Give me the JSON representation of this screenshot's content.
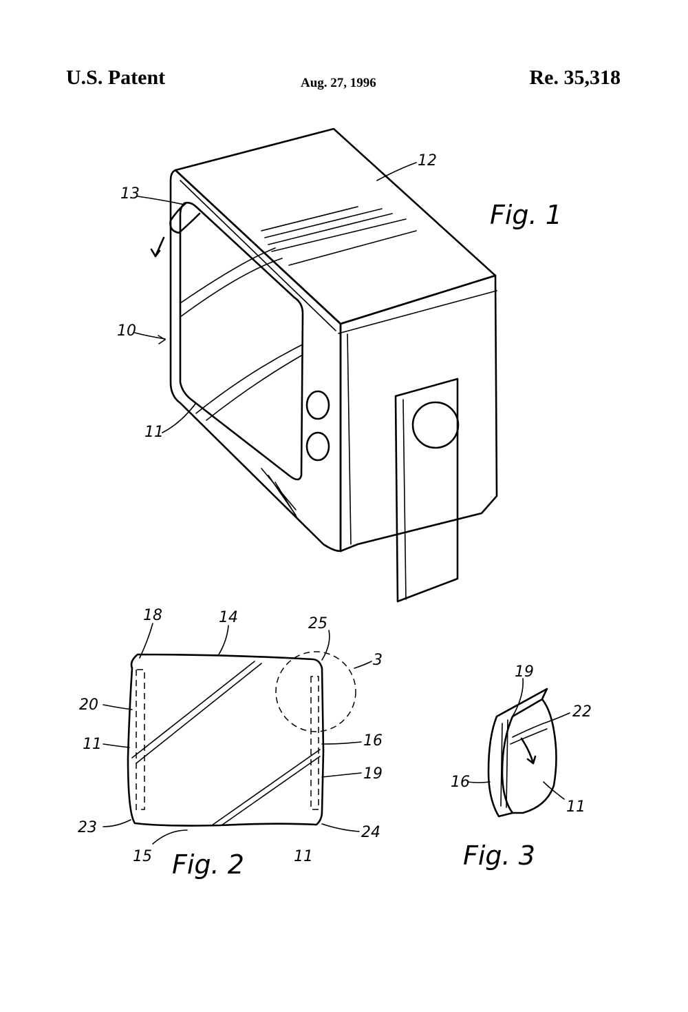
{
  "header": {
    "left": "U.S. Patent",
    "date": "Aug. 27, 1996",
    "patent_number": "Re. 35,318"
  },
  "figures": {
    "fig1": {
      "label": "Fig. 1",
      "refs": {
        "r10": "10",
        "r11": "11",
        "r12": "12",
        "r13": "13"
      }
    },
    "fig2": {
      "label": "Fig. 2",
      "refs": {
        "r3": "3",
        "r11a": "11",
        "r11b": "11",
        "r14": "14",
        "r15": "15",
        "r16": "16",
        "r18": "18",
        "r19": "19",
        "r20": "20",
        "r23": "23",
        "r24": "24",
        "r25": "25"
      }
    },
    "fig3": {
      "label": "Fig. 3",
      "refs": {
        "r11": "11",
        "r16": "16",
        "r19": "19",
        "r22": "22"
      }
    }
  }
}
